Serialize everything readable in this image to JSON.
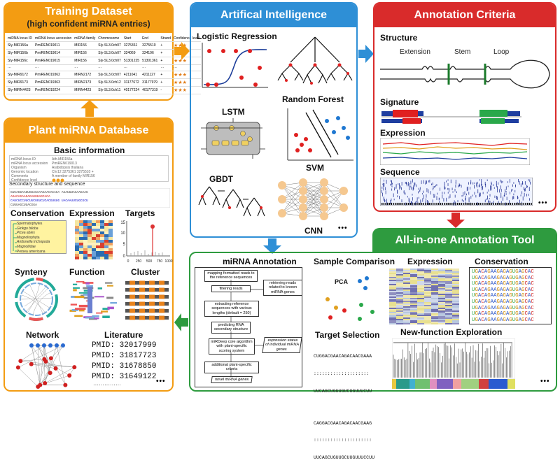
{
  "colors": {
    "orange": "#f39c12",
    "blue": "#2e8fd6",
    "red": "#d92b2b",
    "green": "#2e9b3f"
  },
  "training": {
    "title": "Training Dataset",
    "subtitle": "(high confident miRNA entries)",
    "headers": [
      "miRNA locus ID",
      "miRNA locus accession",
      "miRNA family",
      "Chromosome",
      "Start",
      "End",
      "Strand",
      "Confidence level"
    ],
    "rows": [
      [
        "Sly-MIR156a",
        "PmiREN019011",
        "MIR156",
        "Sly-SL3.0ch07",
        "3275361",
        "3275510",
        "+",
        "★★★"
      ],
      [
        "Sly-MIR156b",
        "PmiREN019014",
        "MIR156",
        "Sly-SL3.0ch07",
        "324069",
        "324196",
        "+",
        "★★★"
      ],
      [
        "Sly-MIR156c",
        "PmiREN019015",
        "MIR156",
        "Sly-SL3.0ch07",
        "51301225",
        "51301361",
        "+",
        "★★★"
      ],
      [
        "···",
        "···",
        "···",
        "···",
        "···",
        "···",
        "···",
        "···"
      ],
      [
        "Sly-MIR9172",
        "PmiREN019362",
        "MIRN2172",
        "Sly-SL3.0ch07",
        "4211041",
        "4211127",
        "+",
        "★★★"
      ],
      [
        "Sly-MIR9173",
        "PmiREN019363",
        "MIRN2173",
        "Sly-SL3.0ch12",
        "31177672",
        "31177979",
        "+",
        "★★★"
      ],
      [
        "Sly-MIRN4423",
        "PmiREN019224",
        "MIRN4423",
        "Sly-SL3.0ch11",
        "40177224",
        "40177319",
        "-",
        "★★★"
      ]
    ]
  },
  "database": {
    "title": "Plant miRNA Database",
    "basic_info": "Basic information",
    "info_fields": [
      "miRNA locus ID",
      "miRNA locus accession",
      "Organism",
      "Genomic location",
      "Comments",
      "Confidence level"
    ],
    "info_values": [
      "Ath-MIR156a",
      "PmiREN019013",
      "Arabidopsis thaliana",
      "Chr12 3275361 3275510 +",
      "A member of family MIR156",
      ""
    ],
    "sec_structure": "Secondary structure and sequence",
    "conservation": "Conservation",
    "expression": "Expression",
    "targets": "Targets",
    "synteny": "Synteny",
    "function": "Function",
    "cluster": "Cluster",
    "network": "Network",
    "literature": "Literature",
    "tree_labels": [
      "Spermatophytes",
      "Ginkgo biloba",
      "Picea abies",
      "Magnoliophyta",
      "Amborella trichopoda",
      "Magnoliidae",
      "Persea americana"
    ],
    "targets_yticks": [
      "15",
      "10",
      "5",
      "0"
    ],
    "targets_xticks": [
      "0",
      "250",
      "500",
      "750",
      "1000"
    ],
    "pmids": [
      "PMID: 32017999",
      "PMID: 31817723",
      "PMID: 31678850",
      "PMID: 31649122"
    ],
    "pmid_more": "···············",
    "more": "•••"
  },
  "ai": {
    "title": "Artifical Intelligence",
    "lr": "Logistic Regression",
    "rf": "Random Forest",
    "lstm": "LSTM",
    "svm": "SVM",
    "gbdt": "GBDT",
    "cnn": "CNN",
    "more": "•••"
  },
  "criteria": {
    "title": "Annotation Criteria",
    "structure": "Structure",
    "extension": "Extension",
    "stem": "Stem",
    "loop": "Loop",
    "signature": "Signature",
    "expression": "Expression",
    "sequence": "Sequence",
    "more": "•••"
  },
  "tool": {
    "title": "All-in-one Annotation Tool",
    "mirna_annotation": "miRNA Annotation",
    "flow": [
      "mapping formatted reads to the reference sequences",
      "filtering reads",
      "retrieving reads related to known miRNA genes",
      "extracting reference sequences with various lengths (default = 250)",
      "predicting RNA secondary structure",
      "miRDeep core algorithm with plant-specific scoring system",
      "expression status of individual miRNA genes",
      "additional plant-specific criteria",
      "novel miRNA genes"
    ],
    "sample_comparison": "Sample Comparison",
    "pca": "PCA",
    "expression": "Expression",
    "conservation": "Conservation",
    "target_selection": "Target Selection",
    "new_function": "New-function Exploration",
    "align_seq1": "CUGGACGAACAGACAACGAAA",
    "align_bars1": "::::::::::::::::::::",
    "align_seq2": "UUCAGCUGUUGUCUGUUUCUU",
    "align_seq3": "CAGGACGAACAGACAACGAAG",
    "align_bars2": ":::::::::::::::::::::",
    "align_seq4": "UUCAGCUGUUGCUUGUUUCCUU",
    "cons_seq": "UGACAGAAGAGAGUGAGCAC",
    "more": "•••"
  }
}
